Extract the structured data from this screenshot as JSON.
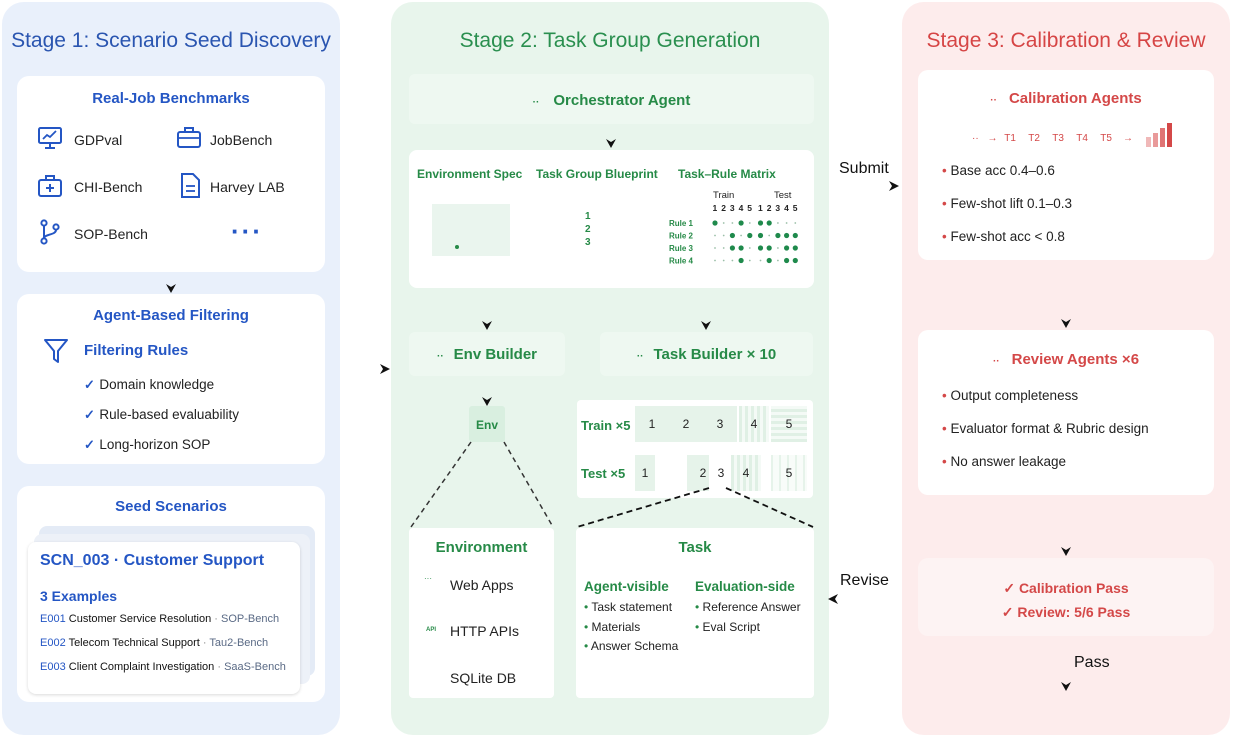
{
  "stage1": {
    "title": "Stage 1: Scenario Seed Discovery",
    "benchmarks": {
      "title": "Real-Job Benchmarks",
      "items": [
        "GDPval",
        "JobBench",
        "CHI-Bench",
        "Harvey LAB",
        "SOP-Bench"
      ],
      "more": "···"
    },
    "filtering": {
      "title": "Agent-Based Filtering",
      "rules_title": "Filtering Rules",
      "rules": [
        "Domain knowledge",
        "Rule-based evaluability",
        "Long-horizon SOP"
      ],
      "check": "✓"
    },
    "seeds": {
      "title": "Seed Scenarios",
      "scenario": "SCN_003 · Customer Support",
      "examples_title": "3 Examples",
      "examples": [
        {
          "id": "E001",
          "name": "Customer Service Resolution",
          "source": "SOP-Bench"
        },
        {
          "id": "E002",
          "name": "Telecom Technical Support",
          "source": "Tau2-Bench"
        },
        {
          "id": "E003",
          "name": "Client Complaint Investigation",
          "source": "SaaS-Bench"
        }
      ]
    }
  },
  "stage2": {
    "title": "Stage 2: Task Group Generation",
    "orchestrator": "Orchestrator Agent",
    "blueprint": {
      "env_spec": "Environment Spec",
      "task_group": "Task Group Blueprint",
      "matrix_title": "Task–Rule Matrix",
      "numbers": [
        "1",
        "2",
        "3"
      ],
      "train": "Train",
      "test": "Test",
      "col_numbers": [
        "1",
        "2",
        "3",
        "4",
        "5",
        "1",
        "2",
        "3",
        "4",
        "5"
      ],
      "rules": [
        "Rule 1",
        "Rule 2",
        "Rule 3",
        "Rule 4"
      ],
      "matrix": [
        [
          1,
          0,
          0,
          1,
          0,
          1,
          1,
          0,
          0,
          0
        ],
        [
          0,
          0,
          1,
          0,
          1,
          1,
          0,
          1,
          1,
          1
        ],
        [
          0,
          0,
          1,
          1,
          0,
          1,
          1,
          0,
          1,
          1
        ],
        [
          0,
          0,
          0,
          1,
          0,
          0,
          1,
          0,
          1,
          1
        ]
      ]
    },
    "env_builder": "Env Builder",
    "task_builder": "Task Builder × 10",
    "env_label": "Env",
    "train_label": "Train ×5",
    "test_label": "Test ×5",
    "task_numbers": [
      "1",
      "2",
      "3",
      "4",
      "5"
    ],
    "environment": {
      "title": "Environment",
      "items": [
        "Web Apps",
        "HTTP APIs",
        "SQLite DB"
      ],
      "api_tag": "API"
    },
    "task": {
      "title": "Task",
      "agent_title": "Agent-visible",
      "agent_items": [
        "Task statement",
        "Materials",
        "Answer Schema"
      ],
      "eval_title": "Evaluation-side",
      "eval_items": [
        "Reference Answer",
        "Eval Script"
      ]
    }
  },
  "stage3": {
    "title": "Stage 3: Calibration & Review",
    "calibration": {
      "title": "Calibration Agents",
      "tasks": [
        "T1",
        "T2",
        "T3",
        "T4",
        "T5"
      ],
      "criteria": [
        "Base acc 0.4–0.6",
        "Few-shot lift 0.1–0.3",
        "Few-shot acc < 0.8"
      ]
    },
    "review": {
      "title": "Review Agents ×6",
      "criteria": [
        "Output completeness",
        "Evaluator format & Rubric design",
        "No answer leakage"
      ]
    },
    "result": {
      "calibration_pass": "✓ Calibration Pass",
      "review_pass": "✓ Review: 5/6 Pass"
    }
  },
  "edges": {
    "submit": "Submit",
    "revise": "Revise",
    "pass": "Pass"
  },
  "colors": {
    "stage1_bg": "#e9f0fb",
    "stage2_bg": "#e8f5ec",
    "stage3_bg": "#fdecec",
    "blue": "#2456c4",
    "green": "#268a47",
    "red": "#d44848"
  }
}
